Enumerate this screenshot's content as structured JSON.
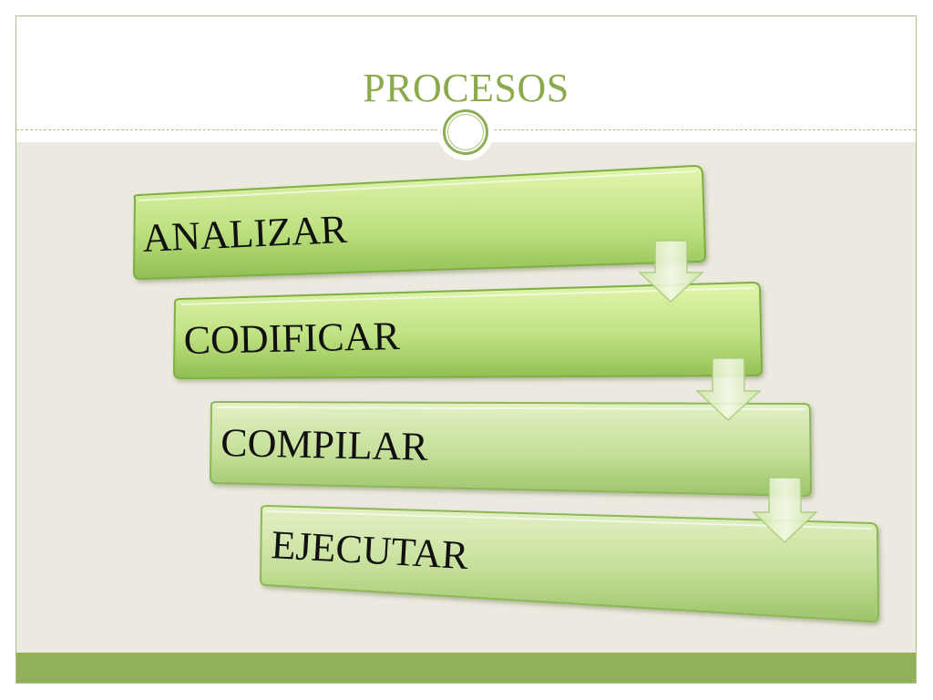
{
  "slide": {
    "title": "PROCESOS"
  },
  "steps": [
    {
      "label": "ANALIZAR"
    },
    {
      "label": "CODIFICAR"
    },
    {
      "label": "COMPILAR"
    },
    {
      "label": "EJECUTAR"
    }
  ],
  "colors": {
    "title": "#8aaa4b",
    "accent": "#92b05a",
    "box_fill_light": "#d8f09a",
    "box_fill_dark": "#9ccc5c",
    "arrow_fill": "#eef6dd",
    "background": "#ece9e0"
  }
}
